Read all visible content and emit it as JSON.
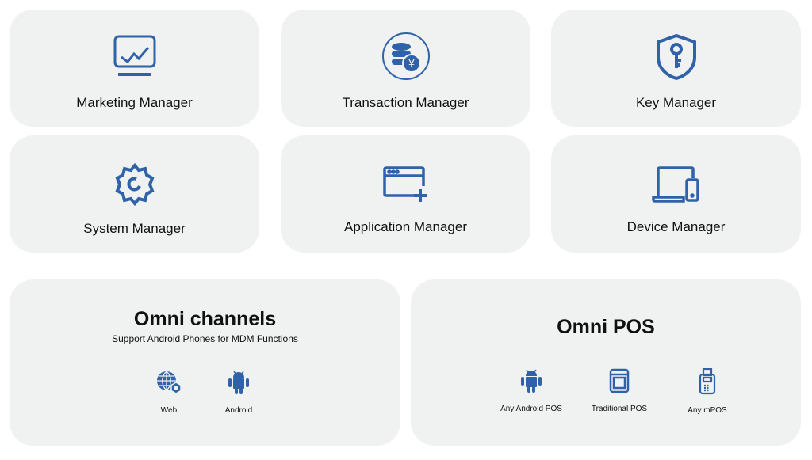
{
  "colors": {
    "accent": "#2f62a8",
    "card": "#f0f1f1"
  },
  "modules": [
    {
      "label": "Marketing Manager",
      "icon": "chart-monitor-icon"
    },
    {
      "label": "Transaction Manager",
      "icon": "coins-yen-icon"
    },
    {
      "label": "Key Manager",
      "icon": "shield-key-icon"
    },
    {
      "label": "System Manager",
      "icon": "gear-icon"
    },
    {
      "label": "Application Manager",
      "icon": "window-add-icon"
    },
    {
      "label": "Device Manager",
      "icon": "laptop-phone-icon"
    }
  ],
  "omni_channels": {
    "title": "Omni channels",
    "subtitle": "Support Android Phones for MDM Functions",
    "items": [
      {
        "label": "Web",
        "icon": "globe-gear-icon"
      },
      {
        "label": "Android",
        "icon": "android-icon"
      }
    ]
  },
  "omni_pos": {
    "title": "Omni POS",
    "items": [
      {
        "label": "Any Android POS",
        "icon": "android-icon"
      },
      {
        "label": "Traditional POS",
        "icon": "pos-terminal-icon"
      },
      {
        "label": "Any mPOS",
        "icon": "mpos-icon"
      }
    ]
  }
}
